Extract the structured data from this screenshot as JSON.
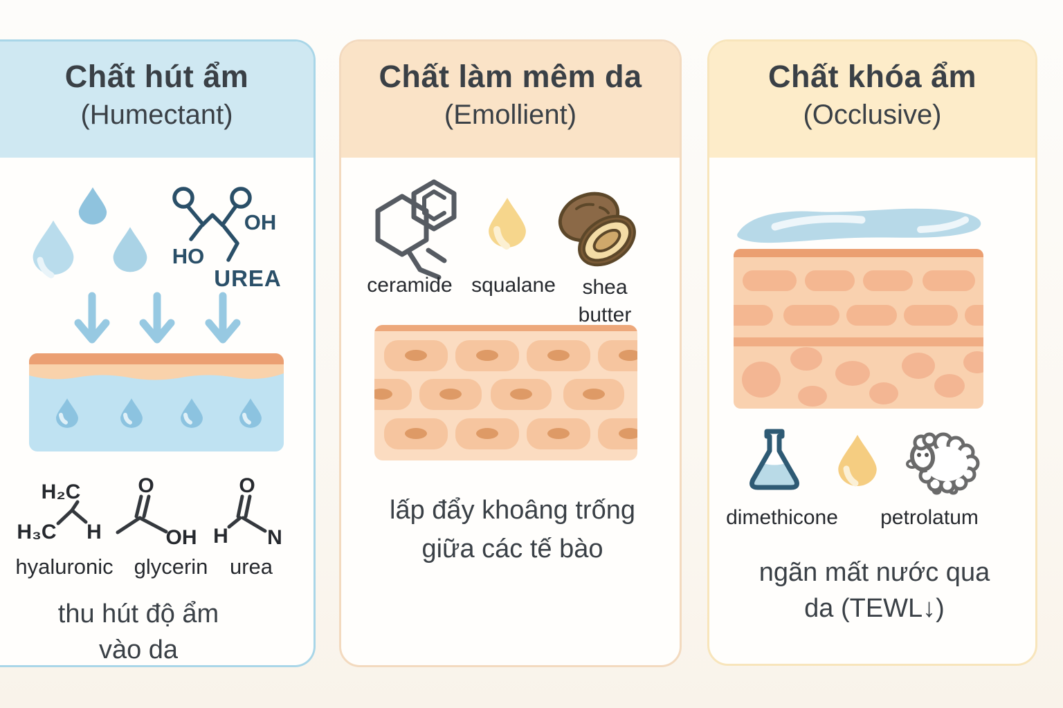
{
  "page": {
    "bg_top": "#fdfcfa",
    "bg_bottom": "#f9f3ea"
  },
  "cards": [
    {
      "title": "Chất hút ẩm",
      "subtitle": "(Humectant)",
      "accent": {
        "header_bg": "#cfe8f2",
        "border": "#a9d6e8"
      },
      "molecule": {
        "o1": "O",
        "o2": "O",
        "oh": "OH",
        "ho": "HO",
        "name": "UREA"
      },
      "structures": [
        {
          "atoms": {
            "top": "H₂C",
            "left": "H₃C",
            "right": "H"
          },
          "label": "hyaluronic"
        },
        {
          "atoms": {
            "top": "O",
            "right": "OH"
          },
          "label": "glycerin"
        },
        {
          "atoms": {
            "top": "O",
            "left": "H",
            "right": "N"
          },
          "label": "urea"
        }
      ],
      "caption": {
        "line1": "thu hút độ ẩm",
        "line2": "vào da"
      }
    },
    {
      "title": "Chất làm mêm da",
      "subtitle": "(Emollient)",
      "accent": {
        "header_bg": "#fae3c7",
        "border": "#f3dabf"
      },
      "ingredients": [
        {
          "label": "ceramide"
        },
        {
          "label": "squalane"
        },
        {
          "label": "shea",
          "label2": "butter"
        }
      ],
      "caption": {
        "line1": "lấp đẩy khoâng trống",
        "line2": "giữa các tế bào"
      }
    },
    {
      "title": "Chất khóa ẩm",
      "subtitle": "(Occlusive)",
      "accent": {
        "header_bg": "#fdecc9",
        "border": "#f8e5bb"
      },
      "ingredients": [
        {
          "label": "dimethicone"
        },
        {
          "label": "petrolatum"
        }
      ],
      "caption": {
        "line1": "ngãn mất nước qua",
        "line2": "da (TEWL↓)"
      }
    }
  ]
}
